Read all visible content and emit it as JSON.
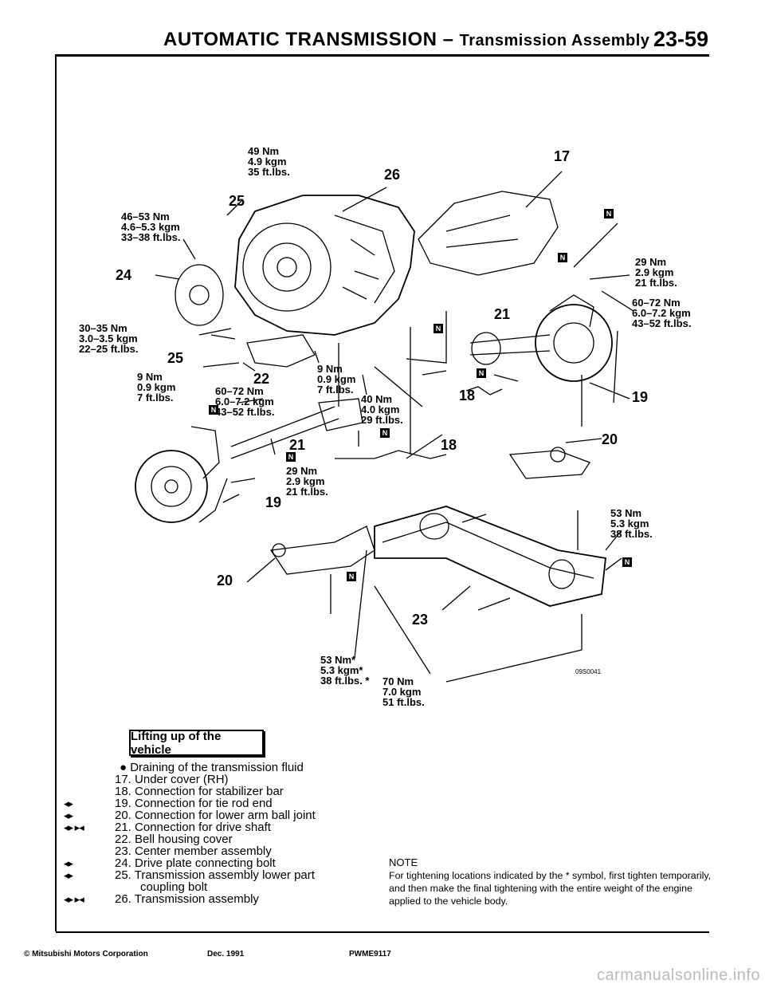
{
  "header": {
    "title": "AUTOMATIC TRANSMISSION",
    "dash": " – ",
    "subtitle": "Transmission Assembly",
    "page": "23-59"
  },
  "torque_labels": {
    "t49": "49 Nm\n4.9 kgm\n35 ft.lbs.",
    "t46": "46–53 Nm\n4.6–5.3 kgm\n33–38 ft.lbs.",
    "t30": "30–35 Nm\n3.0–3.5 kgm\n22–25 ft.lbs.",
    "t9a": "9 Nm\n0.9 kgm\n7 ft.lbs.",
    "t9b": "9 Nm\n0.9 kgm\n7 ft.lbs.",
    "t60a": "60–72 Nm\n6.0–7.2 kgm\n43–52 ft.lbs.",
    "t40": "40 Nm\n4.0 kgm\n29 ft.lbs.",
    "t29a": "29 Nm\n2.9 kgm\n21 ft.lbs.",
    "t29b": "29 Nm\n2.9 kgm\n21 ft.lbs.",
    "t60b": "60–72 Nm\n6.0–7.2 kgm\n43–52 ft.lbs.",
    "t53a": "53 Nm\n5.3 kgm\n38 ft.lbs.",
    "t53b": "53 Nm*\n5.3 kgm*\n38 ft.lbs. *",
    "t70": "70 Nm\n7.0 kgm\n51 ft.lbs."
  },
  "callouts": {
    "n17": "17",
    "n18a": "18",
    "n18b": "18",
    "n19a": "19",
    "n19b": "19",
    "n20a": "20",
    "n20b": "20",
    "n21a": "21",
    "n21b": "21",
    "n22": "22",
    "n23": "23",
    "n24": "24",
    "n25a": "25",
    "n25b": "25",
    "n26": "26",
    "badge": "N",
    "figure_code": "09S0041"
  },
  "section_box": "Lifting up of the vehicle",
  "items": [
    {
      "marks": "",
      "text": "● Draining of the transmission fluid"
    },
    {
      "marks": "",
      "text": "17. Under cover (RH)"
    },
    {
      "marks": "",
      "text": "18. Connection for stabilizer bar"
    },
    {
      "marks": "◂▸",
      "text": "19. Connection for tie rod end"
    },
    {
      "marks": "◂▸",
      "text": "20. Connection for lower arm ball joint"
    },
    {
      "marks": "◂▸ ▸◂",
      "text": "21. Connection for drive shaft"
    },
    {
      "marks": "",
      "text": "22. Bell housing cover"
    },
    {
      "marks": "",
      "text": "23. Center member assembly"
    },
    {
      "marks": "◂▸",
      "text": "24. Drive plate connecting bolt"
    },
    {
      "marks": "◂▸",
      "text": "25. Transmission assembly lower part"
    },
    {
      "marks": "",
      "text": "coupling bolt"
    },
    {
      "marks": "◂▸ ▸◂",
      "text": "26. Transmission assembly"
    }
  ],
  "note": {
    "heading": "NOTE",
    "text": "For tightening locations indicated by the * symbol, first tighten temporarily, and then make the final tightening with the entire weight of the engine applied to the vehicle body."
  },
  "footer": {
    "copyright": "© Mitsubishi Motors Corporation",
    "date": "Dec. 1991",
    "code": "PWME9117"
  },
  "watermark": "carmanualsonline.info"
}
